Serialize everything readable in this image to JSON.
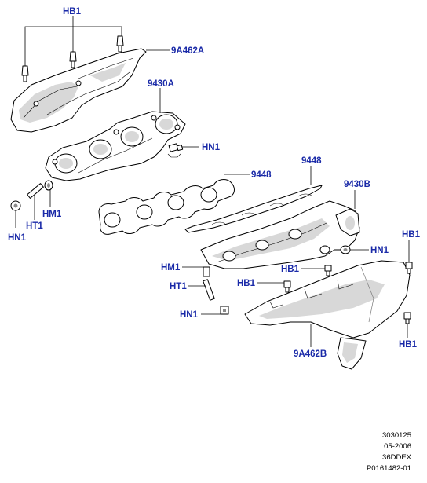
{
  "callouts": {
    "hb1_top": "HB1",
    "heatshield_upper": "9A462A",
    "manifold_a": "9430A",
    "hn1_upper": "HN1",
    "gasket_a": "9448",
    "ht1_left": "HT1",
    "hm1_left": "HM1",
    "hn1_left": "HN1",
    "gasket_b": "9448",
    "manifold_b": "9430B",
    "hb1_right_top": "HB1",
    "hn1_right": "HN1",
    "hm1_mid": "HM1",
    "hb1_mid": "HB1",
    "ht1_mid": "HT1",
    "hb1_lower": "HB1",
    "hn1_lower": "HN1",
    "heatshield_lower": "9A462B",
    "hb1_right_bottom": "HB1"
  },
  "footer": {
    "line1": "3030125",
    "line2": "05-2006",
    "line3": "36DDEX",
    "line4": "P0161482-01"
  },
  "colors": {
    "callout": "#1a2aa8",
    "line": "#000000",
    "background": "#ffffff"
  }
}
